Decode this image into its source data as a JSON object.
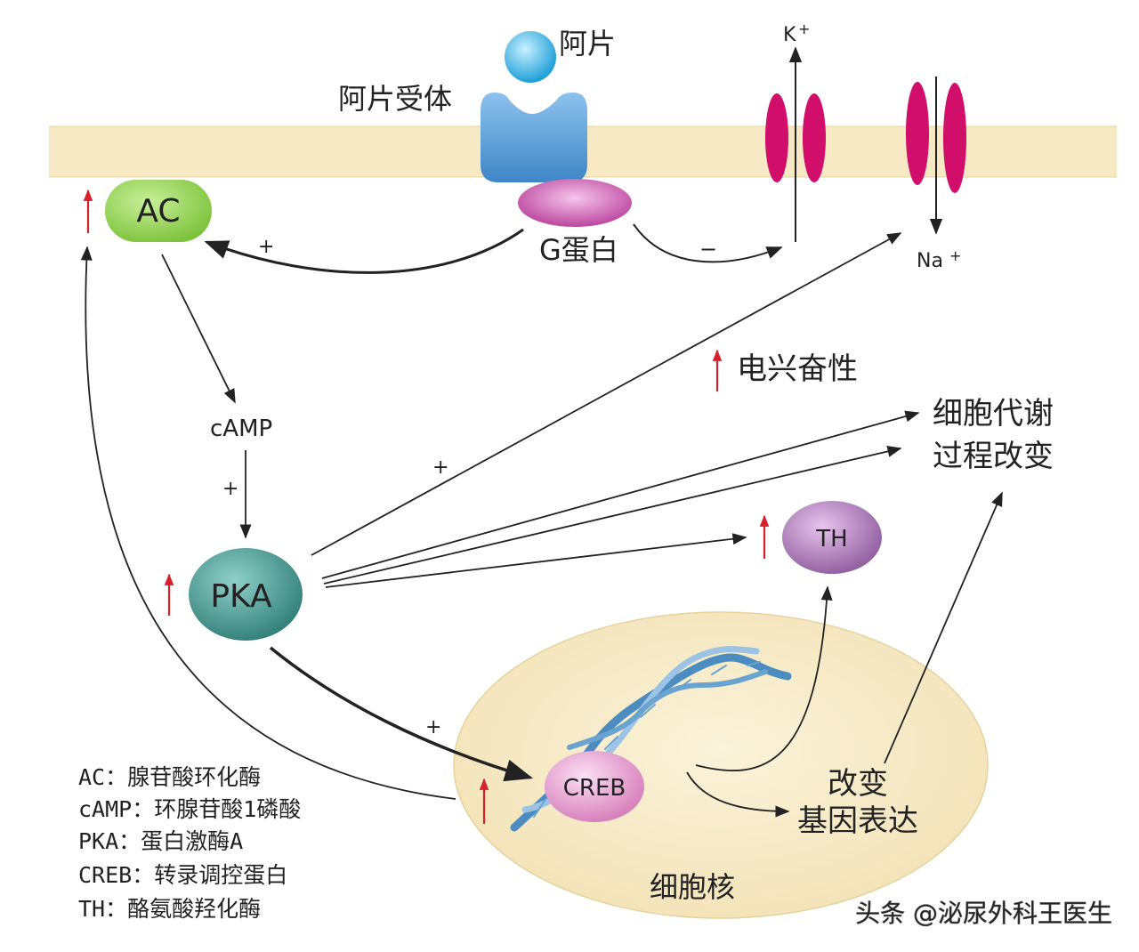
{
  "labels": {
    "opium": "阿片",
    "opium_receptor": "阿片受体",
    "ac": "AC",
    "g_protein": "G蛋白",
    "k_ion": "K",
    "na_ion": "Na",
    "ion_charge": "+",
    "camp": "cAMP",
    "pka": "PKA",
    "th": "TH",
    "creb": "CREB",
    "excitability": "电兴奋性",
    "metabolism_line1": "细胞代谢",
    "metabolism_line2": "过程改变",
    "gene_change_line1": "改变",
    "gene_change_line2": "基因表达",
    "nucleus": "细胞核",
    "plus": "+",
    "minus": "−",
    "up_arrow": "↑"
  },
  "legend": [
    "AC：腺苷酸环化酶",
    "cAMP：环腺苷酸1磷酸",
    "PKA：蛋白激酶A",
    "CREB：转录调控蛋白",
    "TH：酪氨酸羟化酶"
  ],
  "watermark": "头条 @泌尿外科王医生",
  "colors": {
    "membrane": "#f6e9c4",
    "nucleus": "#f7ebc9",
    "ac": "#8fcf4c",
    "receptor": "#5b9ed6",
    "opium": "#36b6e8",
    "g_protein": "#c34ca6",
    "channel": "#d10f6a",
    "pka": "#3e8e86",
    "th": "#9a62a6",
    "creb": "#d87cbb",
    "dna": "#4d8cc0",
    "red_arrow": "#d6202a"
  }
}
